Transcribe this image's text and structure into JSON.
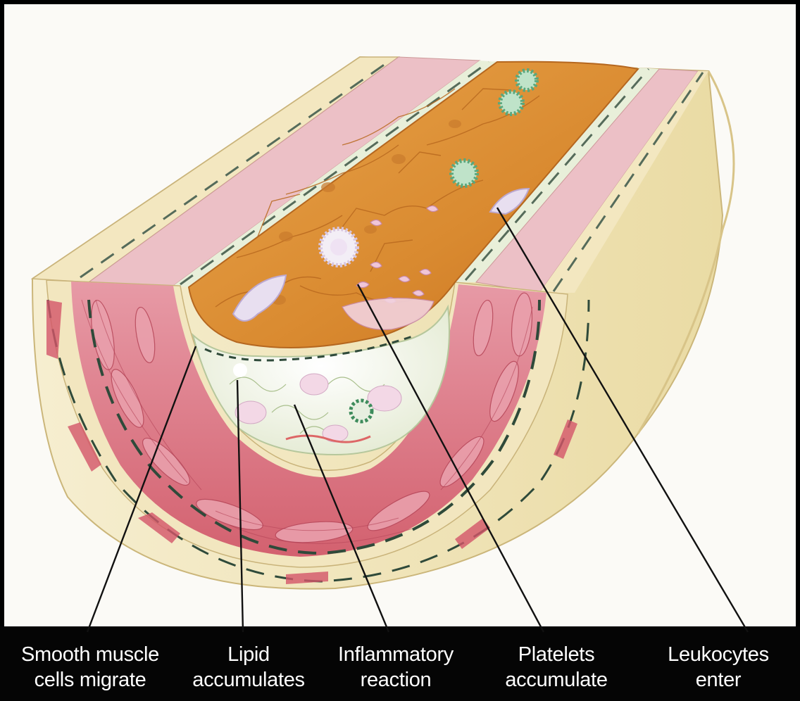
{
  "labels": [
    {
      "id": "smooth-muscle",
      "line1": "Smooth muscle",
      "line2": "cells migrate"
    },
    {
      "id": "lipid",
      "line1": "Lipid",
      "line2": "accumulates"
    },
    {
      "id": "inflammatory",
      "line1": "Inflammatory",
      "line2": "reaction"
    },
    {
      "id": "platelets",
      "line1": "Platelets",
      "line2": "accumulate"
    },
    {
      "id": "leukocytes",
      "line1": "Leukocytes",
      "line2": "enter"
    }
  ],
  "colors": {
    "background": "#fbfaf6",
    "label_bar": "#050505",
    "label_text": "#ffffff",
    "adventitia": "#f4ebc4",
    "media_muscle": "#d9667a",
    "intima_lumen": "#d9892f",
    "plaque": "#eef2e4",
    "leader_line": "#111111"
  }
}
